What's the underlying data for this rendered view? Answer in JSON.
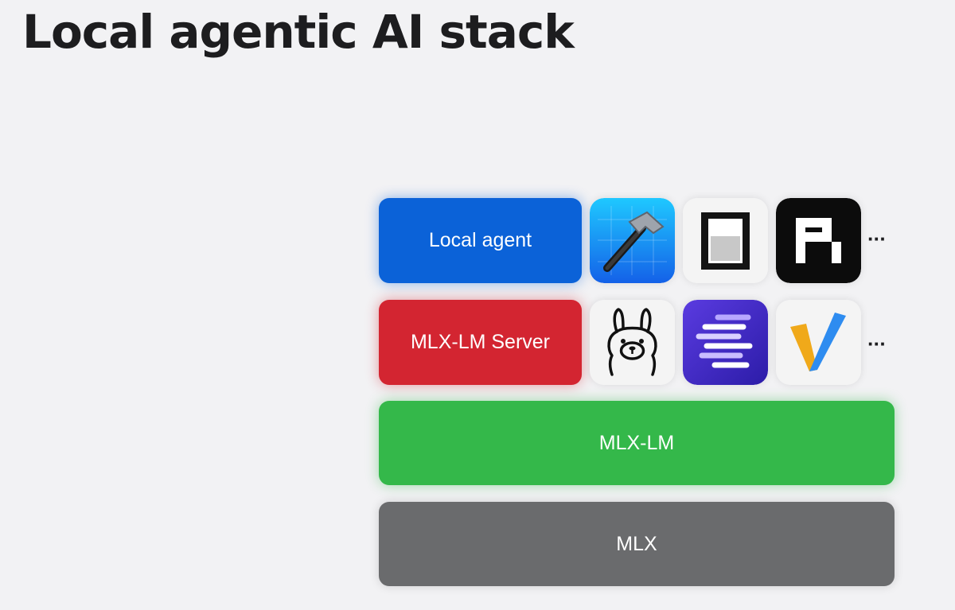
{
  "title": "Local agentic AI stack",
  "layers": {
    "agent": "Local agent",
    "server": "MLX-LM Server",
    "mlx_lm": "MLX-LM",
    "mlx": "MLX"
  },
  "colors": {
    "agent": "#0b62d8",
    "server": "#d32531",
    "mlx_lm": "#34b84a",
    "mlx": "#6a6b6d"
  },
  "agent_apps": [
    {
      "icon": "xcode-hammer-icon"
    },
    {
      "icon": "terminal-app-icon"
    },
    {
      "icon": "pixel-p-app-icon"
    }
  ],
  "server_apps": [
    {
      "icon": "ollama-llama-icon"
    },
    {
      "icon": "purple-lines-app-icon"
    },
    {
      "icon": "v-logo-app-icon"
    }
  ],
  "more_agents": "···",
  "more_servers": "···"
}
